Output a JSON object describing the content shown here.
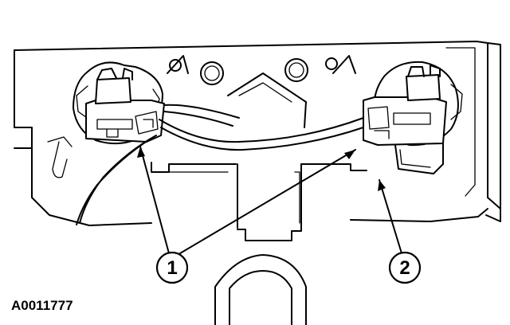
{
  "figure": {
    "id_label": "A0011777"
  },
  "callouts": [
    {
      "number": "1"
    },
    {
      "number": "2"
    }
  ]
}
